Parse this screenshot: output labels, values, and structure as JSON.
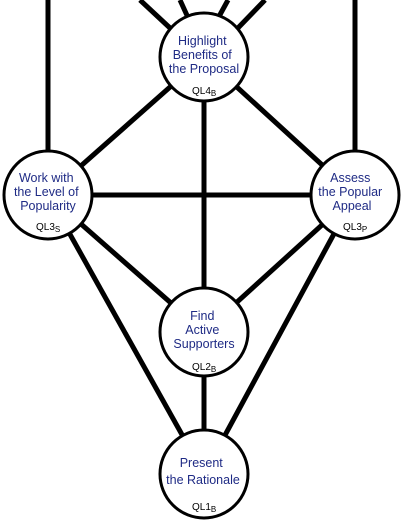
{
  "diagram": {
    "line_color": "#000000",
    "node_fill": "#ffffff",
    "text_dark": "#1f2b85",
    "text_light": "#2a6fb8",
    "nodes": [
      {
        "id": "ql4b",
        "lines": [
          "Highlight",
          "Benefits of",
          "the Proposal"
        ],
        "code": "QL4",
        "sub": "B"
      },
      {
        "id": "ql3s",
        "lines": [
          "Work with",
          "the Level of",
          "Popularity"
        ],
        "code": "QL3",
        "sub": "S"
      },
      {
        "id": "ql3p",
        "lines": [
          "Assess",
          "the Popular",
          "Appeal"
        ],
        "code": "QL3",
        "sub": "P"
      },
      {
        "id": "ql2b",
        "lines": [
          "Find",
          "Active",
          "Supporters"
        ],
        "code": "QL2",
        "sub": "B"
      },
      {
        "id": "ql1b",
        "lines": [
          "Present",
          "the Rationale"
        ],
        "code": "QL1",
        "sub": "B"
      }
    ]
  }
}
